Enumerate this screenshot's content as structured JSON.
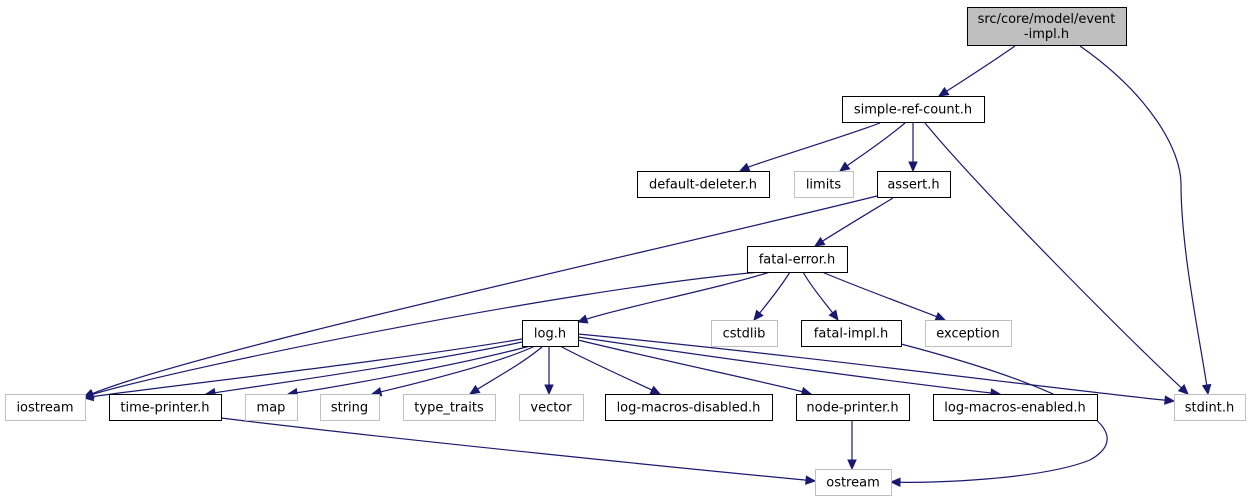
{
  "graph": {
    "nodes": [
      {
        "id": "event-impl",
        "kind": "current",
        "lines": [
          "src/core/model/event",
          "-impl.h"
        ],
        "clickable": false
      },
      {
        "id": "simple-ref-count",
        "kind": "internal",
        "lines": [
          "simple-ref-count.h"
        ],
        "clickable": true
      },
      {
        "id": "default-deleter",
        "kind": "internal",
        "lines": [
          "default-deleter.h"
        ],
        "clickable": true
      },
      {
        "id": "limits",
        "kind": "external",
        "lines": [
          "limits"
        ],
        "clickable": false
      },
      {
        "id": "assert",
        "kind": "internal",
        "lines": [
          "assert.h"
        ],
        "clickable": true
      },
      {
        "id": "fatal-error",
        "kind": "internal",
        "lines": [
          "fatal-error.h"
        ],
        "clickable": true
      },
      {
        "id": "cstdlib",
        "kind": "external",
        "lines": [
          "cstdlib"
        ],
        "clickable": false
      },
      {
        "id": "fatal-impl",
        "kind": "internal",
        "lines": [
          "fatal-impl.h"
        ],
        "clickable": true
      },
      {
        "id": "exception",
        "kind": "external",
        "lines": [
          "exception"
        ],
        "clickable": false
      },
      {
        "id": "log",
        "kind": "internal",
        "lines": [
          "log.h"
        ],
        "clickable": true
      },
      {
        "id": "iostream",
        "kind": "external",
        "lines": [
          "iostream"
        ],
        "clickable": false
      },
      {
        "id": "time-printer",
        "kind": "internal",
        "lines": [
          "time-printer.h"
        ],
        "clickable": true
      },
      {
        "id": "map",
        "kind": "external",
        "lines": [
          "map"
        ],
        "clickable": false
      },
      {
        "id": "string",
        "kind": "external",
        "lines": [
          "string"
        ],
        "clickable": false
      },
      {
        "id": "type-traits",
        "kind": "external",
        "lines": [
          "type_traits"
        ],
        "clickable": false
      },
      {
        "id": "vector",
        "kind": "external",
        "lines": [
          "vector"
        ],
        "clickable": false
      },
      {
        "id": "log-macros-disabled",
        "kind": "internal",
        "lines": [
          "log-macros-disabled.h"
        ],
        "clickable": true
      },
      {
        "id": "node-printer",
        "kind": "internal",
        "lines": [
          "node-printer.h"
        ],
        "clickable": true
      },
      {
        "id": "log-macros-enabled",
        "kind": "internal",
        "lines": [
          "log-macros-enabled.h"
        ],
        "clickable": true
      },
      {
        "id": "stdint",
        "kind": "external",
        "lines": [
          "stdint.h"
        ],
        "clickable": false
      },
      {
        "id": "ostream",
        "kind": "external",
        "lines": [
          "ostream"
        ],
        "clickable": false
      }
    ],
    "edges": [
      {
        "from": "event-impl",
        "to": "simple-ref-count"
      },
      {
        "from": "event-impl",
        "to": "stdint"
      },
      {
        "from": "simple-ref-count",
        "to": "default-deleter"
      },
      {
        "from": "simple-ref-count",
        "to": "limits"
      },
      {
        "from": "simple-ref-count",
        "to": "assert"
      },
      {
        "from": "simple-ref-count",
        "to": "stdint"
      },
      {
        "from": "assert",
        "to": "iostream"
      },
      {
        "from": "assert",
        "to": "fatal-error"
      },
      {
        "from": "fatal-error",
        "to": "iostream"
      },
      {
        "from": "fatal-error",
        "to": "log"
      },
      {
        "from": "fatal-error",
        "to": "cstdlib"
      },
      {
        "from": "fatal-error",
        "to": "fatal-impl"
      },
      {
        "from": "fatal-error",
        "to": "exception"
      },
      {
        "from": "fatal-impl",
        "to": "ostream"
      },
      {
        "from": "log",
        "to": "iostream"
      },
      {
        "from": "log",
        "to": "time-printer"
      },
      {
        "from": "log",
        "to": "map"
      },
      {
        "from": "log",
        "to": "string"
      },
      {
        "from": "log",
        "to": "type-traits"
      },
      {
        "from": "log",
        "to": "vector"
      },
      {
        "from": "log",
        "to": "log-macros-disabled"
      },
      {
        "from": "log",
        "to": "node-printer"
      },
      {
        "from": "log",
        "to": "log-macros-enabled"
      },
      {
        "from": "log",
        "to": "stdint"
      },
      {
        "from": "time-printer",
        "to": "ostream"
      },
      {
        "from": "node-printer",
        "to": "ostream"
      }
    ]
  }
}
